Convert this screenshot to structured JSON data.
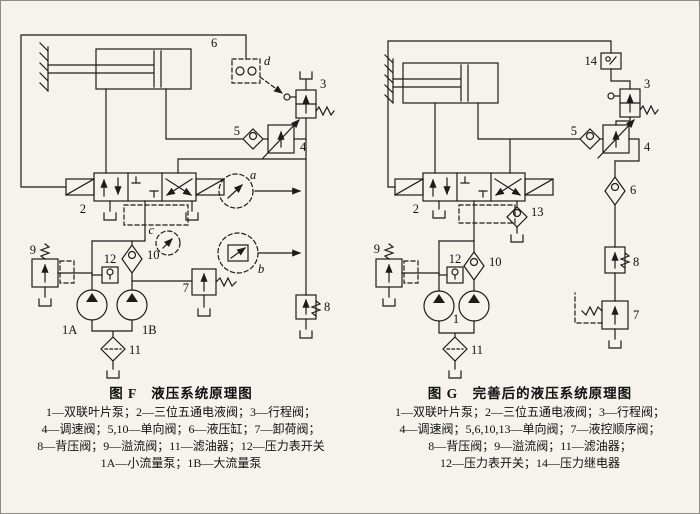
{
  "figure_f": {
    "title": "图 F　液压系统原理图",
    "captions": [
      "1—双联叶片泵；2—三位五通电液阀；3—行程阀；",
      "4—调速阀；5,10—单向阀；6—液压缸；7—卸荷阀；",
      "8—背压阀；9—溢流阀；11—滤油器；12—压力表开关",
      "1A—小流量泵；1B—大流量泵"
    ],
    "labels": {
      "l6": "6",
      "ld": "d",
      "l3": "3",
      "l5": "5",
      "l4": "4",
      "l2": "2",
      "la": "a",
      "lc": "c",
      "l10": "10",
      "l12": "12",
      "l9": "9",
      "l1a": "1A",
      "l1b": "1B",
      "l7": "7",
      "lb": "b",
      "l8": "8",
      "l11": "11"
    }
  },
  "figure_g": {
    "title": "图 G　完善后的液压系统原理图",
    "captions": [
      "1—双联叶片泵；2—三位五通电液阀；3—行程阀；",
      "4—调速阀；5,6,10,13—单向阀；7—液控顺序阀；",
      "8—背压阀；9—溢流阀；11—滤油器；",
      "12—压力表开关；14—压力继电器"
    ],
    "labels": {
      "l14": "14",
      "l3": "3",
      "l5": "5",
      "l4": "4",
      "l2": "2",
      "l13": "13",
      "l6": "6",
      "l10": "10",
      "l12": "12",
      "l9": "9",
      "l1": "1",
      "l8": "8",
      "l7": "7",
      "l11": "11"
    }
  }
}
